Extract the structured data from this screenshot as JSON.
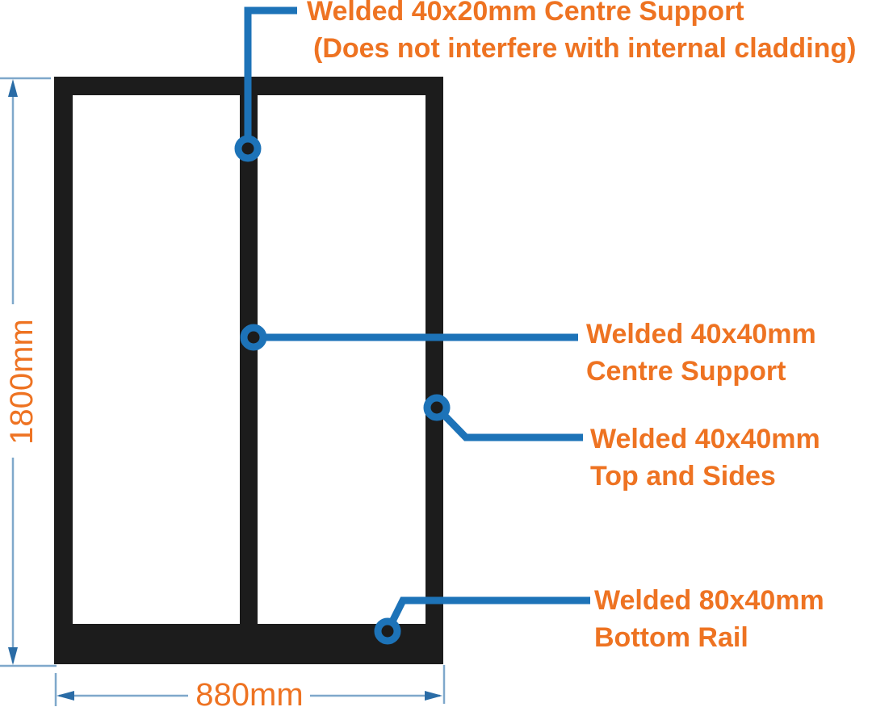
{
  "diagram": {
    "title": "Gate frame technical drawing",
    "colors": {
      "frame_black": "#1c1c1c",
      "leader_blue": "#1d73b8",
      "dimension_line_blue": "#7fa8cb",
      "dimension_arrow_blue": "#2a6ca6",
      "label_orange": "#ee7322",
      "note_green": "#0ca750",
      "background": "#ffffff"
    },
    "dimensions": {
      "height_label": "1800mm",
      "width_label": "880mm"
    },
    "callouts": {
      "top_centre_support": {
        "title": "Welded 40x20mm Centre Support",
        "note": "(Does not interfere with internal cladding)"
      },
      "mid_centre_support": {
        "line1": "Welded 40x40mm",
        "line2": "Centre Support"
      },
      "top_and_sides": {
        "line1": "Welded 40x40mm",
        "line2": "Top and Sides"
      },
      "bottom_rail": {
        "line1": "Welded 80x40mm",
        "line2": "Bottom Rail"
      }
    }
  }
}
